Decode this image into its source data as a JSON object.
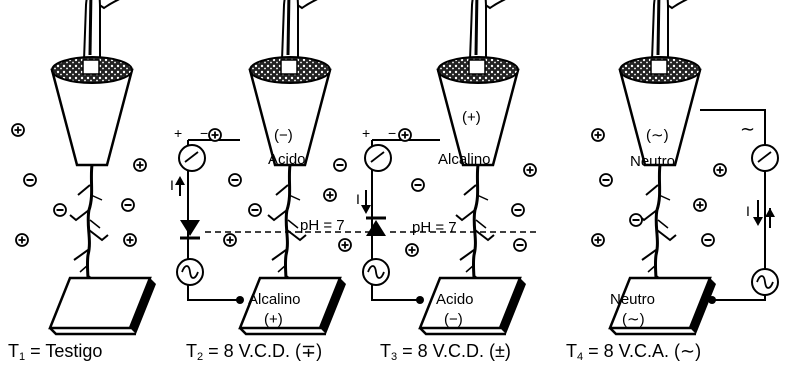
{
  "panels": [
    {
      "id": "T1",
      "caption_prefix": "T",
      "caption_sub": "1",
      "caption_rest": "= Testigo"
    },
    {
      "id": "T2",
      "caption_prefix": "T",
      "caption_sub": "2",
      "caption_rest": "= 8 V.C.D. (∓)",
      "pot_label": "(−)",
      "pot_zone": "Acido",
      "plate_line1": "Alcalino",
      "plate_line2": "(+)",
      "ph_label": "pH = 7",
      "polarity_plus": "+",
      "polarity_minus": "−",
      "current_symbol": "I"
    },
    {
      "id": "T3",
      "caption_prefix": "T",
      "caption_sub": "3",
      "caption_rest": "= 8 V.C.D. (±)",
      "pot_label": "(+)",
      "pot_zone": "Alcalino",
      "plate_line1": "Acido",
      "plate_line2": "(−)",
      "ph_label": "pH = 7",
      "polarity_plus": "+",
      "polarity_minus": "−",
      "current_symbol": "I"
    },
    {
      "id": "T4",
      "caption_prefix": "T",
      "caption_sub": "4",
      "caption_rest": "= 8 V.C.A. (∼)",
      "pot_label": "(∼)",
      "pot_zone": "Neutro",
      "plate_line1": "Neutro",
      "plate_line2": "(∼)",
      "ac_symbol": "∼",
      "current_symbol": "I"
    }
  ]
}
